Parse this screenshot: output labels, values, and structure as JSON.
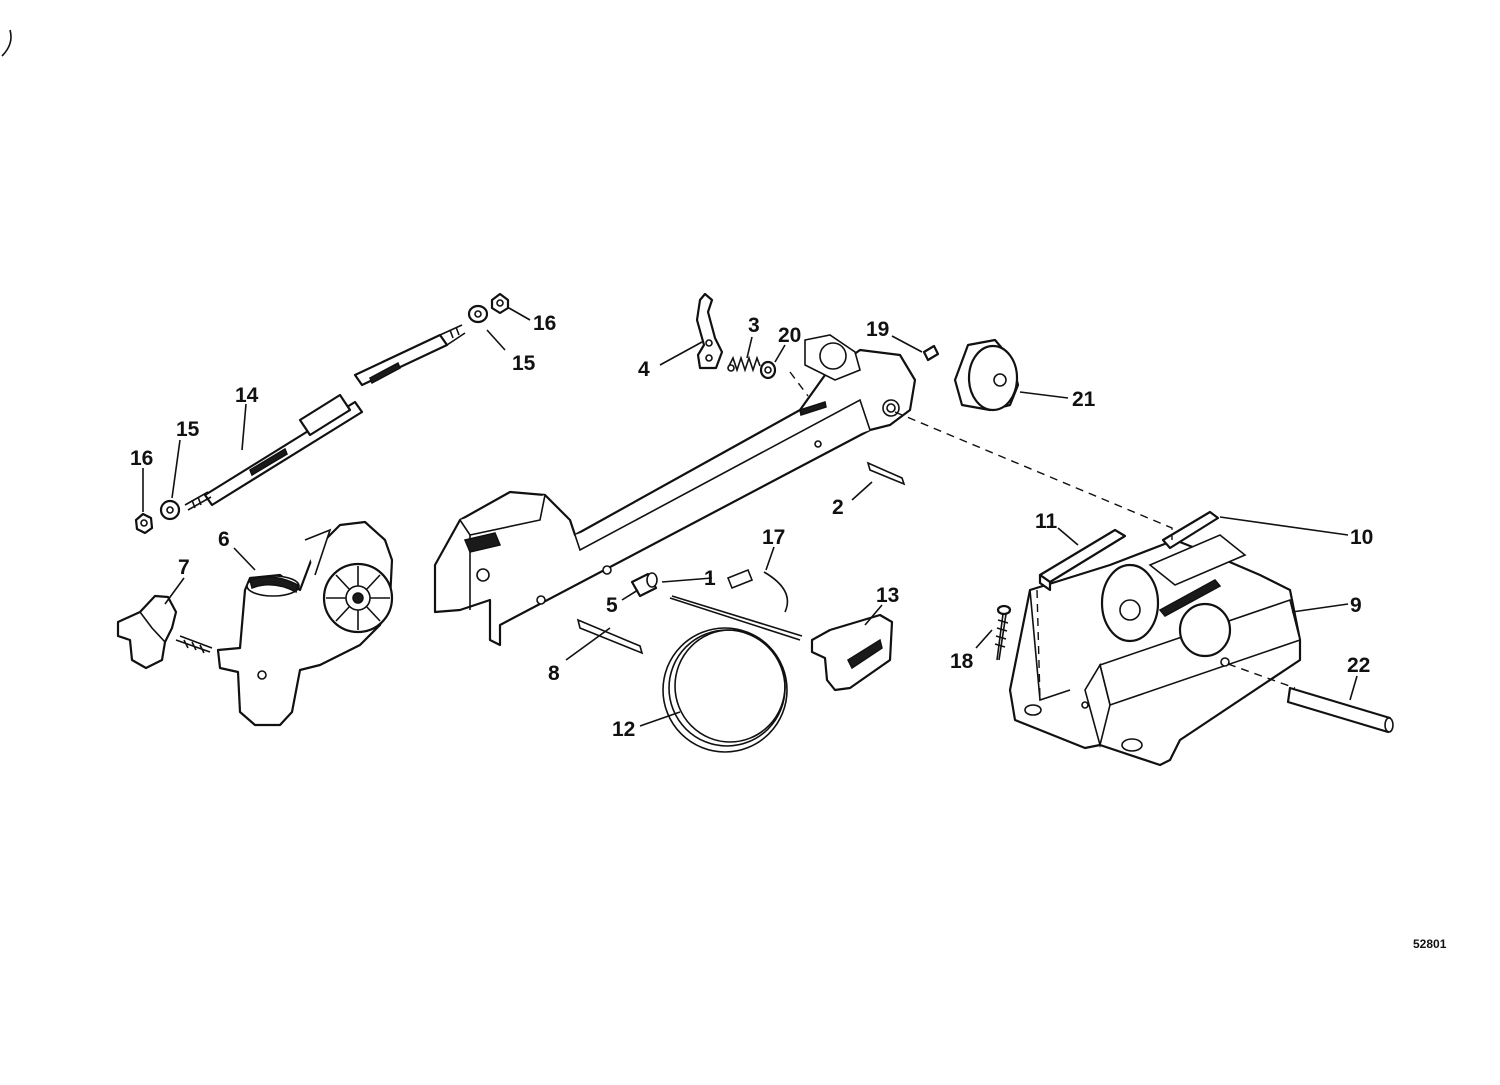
{
  "figure_id": "52801",
  "callouts": [
    {
      "id": "c1",
      "label": "1"
    },
    {
      "id": "c2",
      "label": "2"
    },
    {
      "id": "c3",
      "label": "3"
    },
    {
      "id": "c4",
      "label": "4"
    },
    {
      "id": "c5",
      "label": "5"
    },
    {
      "id": "c6",
      "label": "6"
    },
    {
      "id": "c7",
      "label": "7"
    },
    {
      "id": "c8",
      "label": "8"
    },
    {
      "id": "c9",
      "label": "9"
    },
    {
      "id": "c10",
      "label": "10"
    },
    {
      "id": "c11",
      "label": "11"
    },
    {
      "id": "c12",
      "label": "12"
    },
    {
      "id": "c13",
      "label": "13"
    },
    {
      "id": "c14",
      "label": "14"
    },
    {
      "id": "c15a",
      "label": "15"
    },
    {
      "id": "c15b",
      "label": "15"
    },
    {
      "id": "c16a",
      "label": "16"
    },
    {
      "id": "c16b",
      "label": "16"
    },
    {
      "id": "c17",
      "label": "17"
    },
    {
      "id": "c18",
      "label": "18"
    },
    {
      "id": "c19",
      "label": "19"
    },
    {
      "id": "c20",
      "label": "20"
    },
    {
      "id": "c21",
      "label": "21"
    },
    {
      "id": "c22",
      "label": "22"
    }
  ]
}
